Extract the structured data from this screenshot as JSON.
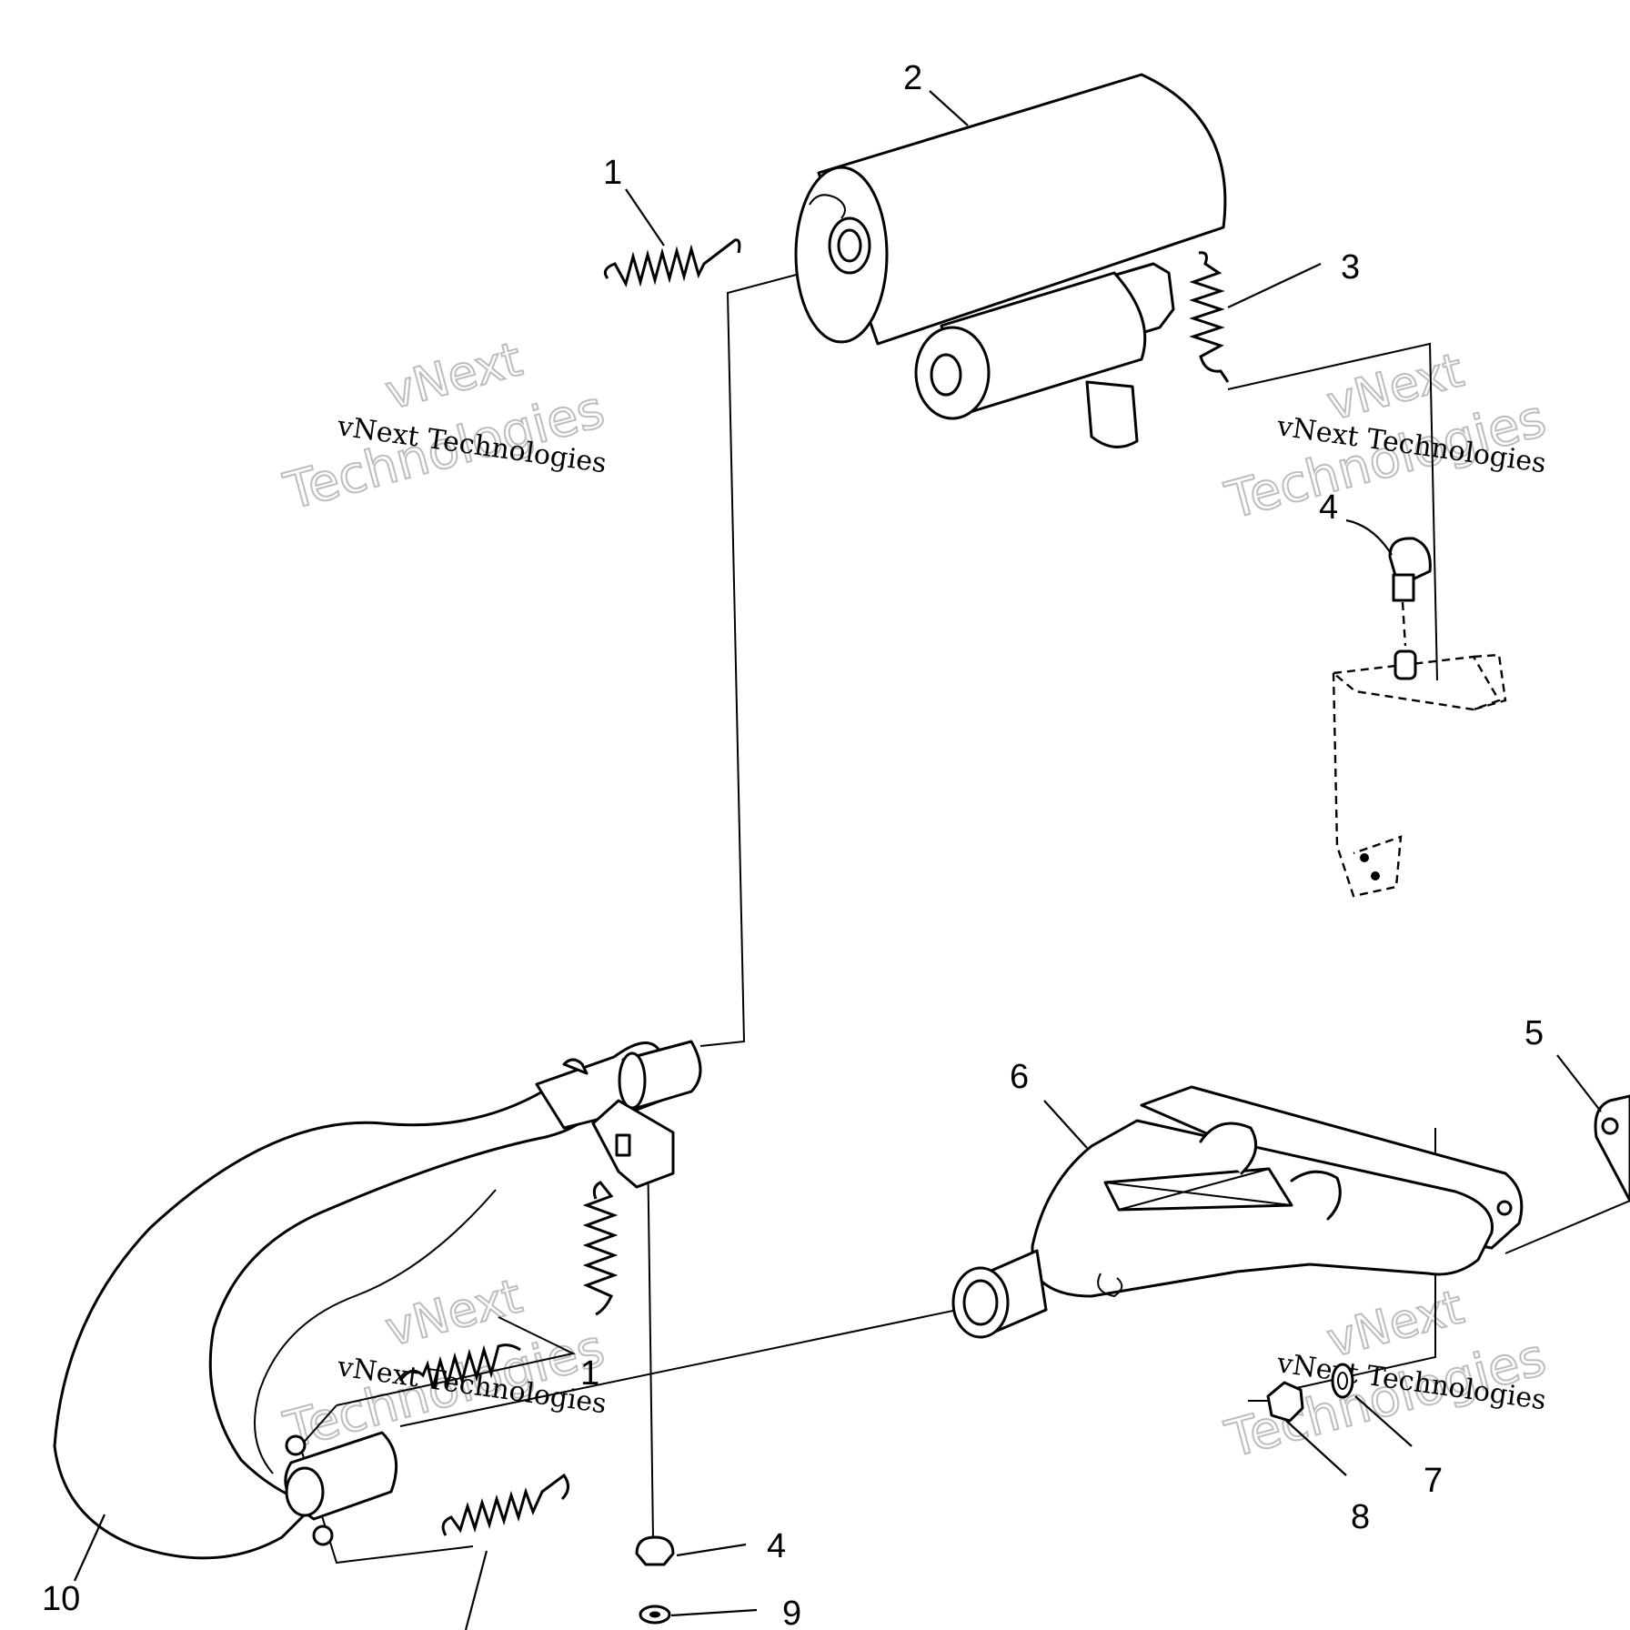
{
  "callouts": {
    "c1_top": "1",
    "c2": "2",
    "c3": "3",
    "c4_right": "4",
    "c5": "5",
    "c6": "6",
    "c1_mid": "1",
    "c7": "7",
    "c8": "8",
    "c4_bottom": "4",
    "c9": "9",
    "c10": "10"
  },
  "watermarks": {
    "serif_text": "vNext Technologies",
    "outline_line1": "vNext",
    "outline_line2": "Technologies"
  },
  "colors": {
    "line": "#000000",
    "background": "#ffffff",
    "watermark_outline": "#bdbdbd"
  }
}
